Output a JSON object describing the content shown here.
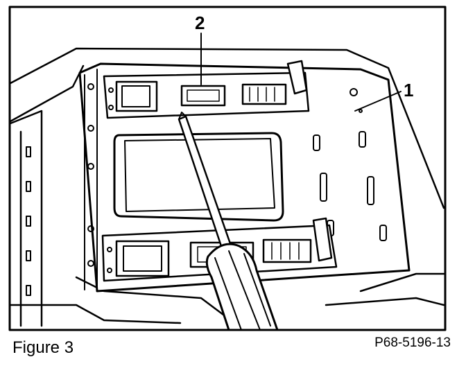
{
  "callouts": [
    {
      "label": "2",
      "refers_to": "connector-strip-top"
    },
    {
      "label": "1",
      "refers_to": "mounting-plate"
    }
  ],
  "caption": "Figure 3",
  "figure_code": "P68-5196-13"
}
